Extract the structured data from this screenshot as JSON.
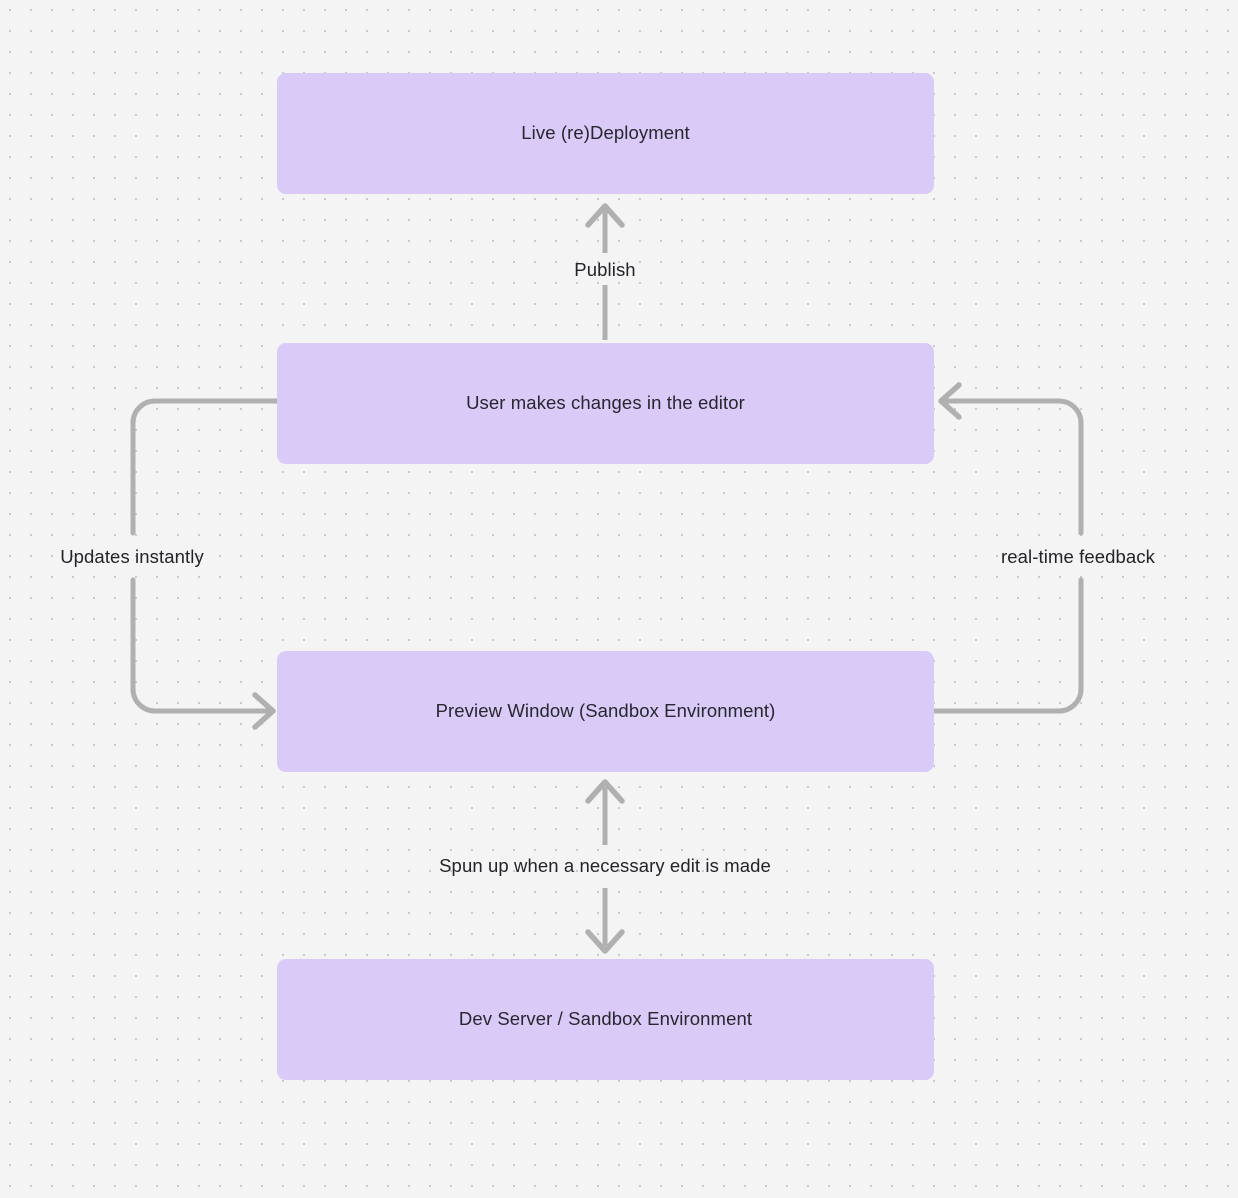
{
  "diagram": {
    "type": "flowchart",
    "background": "#f4f4f5",
    "grid": "dotted",
    "node_fill": "#d9caf7",
    "edge_color": "#b0b0b0",
    "text_color": "#27272f",
    "nodes": [
      {
        "id": "deployment",
        "label": "Live (re)Deployment"
      },
      {
        "id": "editor",
        "label": "User makes changes in the editor"
      },
      {
        "id": "preview",
        "label": "Preview Window (Sandbox Environment)"
      },
      {
        "id": "devserver",
        "label": "Dev Server / Sandbox Environment"
      }
    ],
    "edges": [
      {
        "id": "publish",
        "from": "editor",
        "to": "deployment",
        "label": "Publish",
        "direction": "up"
      },
      {
        "id": "updates-instantly",
        "from": "editor",
        "to": "preview",
        "label": "Updates instantly",
        "direction": "left-loop"
      },
      {
        "id": "real-time-feedback",
        "from": "preview",
        "to": "editor",
        "label": "real-time feedback",
        "direction": "right-loop"
      },
      {
        "id": "spun-up",
        "from": "devserver",
        "to": "preview",
        "label": "Spun up when a necessary edit is made",
        "direction": "bidirectional"
      }
    ]
  }
}
